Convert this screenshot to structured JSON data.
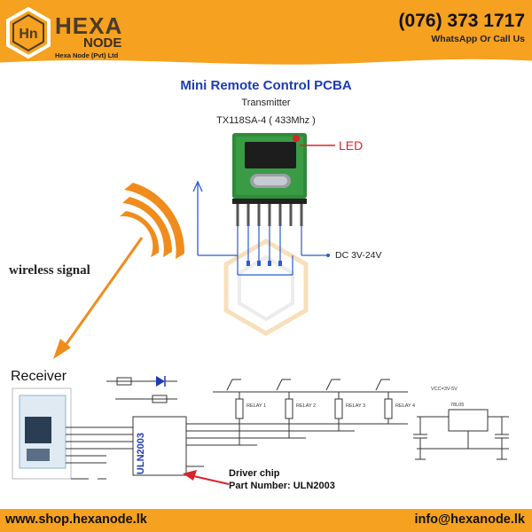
{
  "header": {
    "brand_name": "HEXA",
    "brand_sub": "NODE",
    "brand_company": "Hexa Node (Pvt) Ltd",
    "phone": "(076) 373 1717",
    "phone_note": "WhatsApp Or Call Us",
    "logo_mark": "Hn"
  },
  "title": "Mini Remote Control PCBA",
  "subtitle": "Transmitter",
  "model": "TX118SA-4 ( 433Mhz )",
  "labels": {
    "led": "LED",
    "power": "DC 3V-24V",
    "wireless": "wireless signal",
    "receiver": "Receiver",
    "driver_chip": "Driver chip",
    "part_number": "Part Number: ULN2003",
    "chip": "ULN2003",
    "regulator": "78L05",
    "vcc_note": "VCC=3V-5V",
    "relays": [
      "RELAY 1",
      "RELAY 2",
      "RELAY 3",
      "RELAY 4"
    ]
  },
  "footer": {
    "website": "www.shop.hexanode.lk",
    "email": "info@hexanode.lk"
  },
  "colors": {
    "accent": "#f6a11f",
    "title_blue": "#1d3cb4",
    "led_red": "#d8232a",
    "wave_orange": "#f08c1c",
    "pcb_green": "#2f8a3a"
  }
}
